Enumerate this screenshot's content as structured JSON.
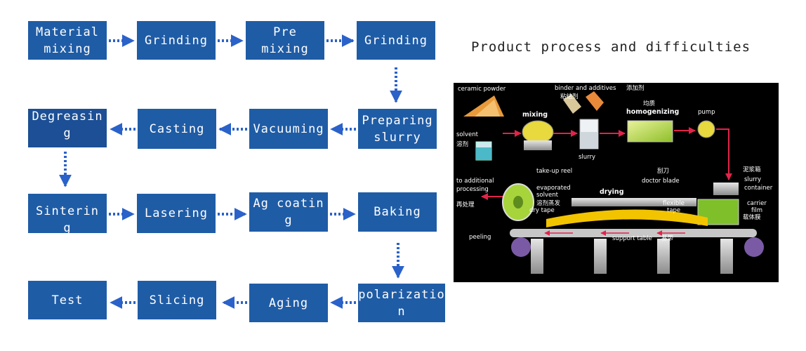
{
  "flow": {
    "nodes": [
      {
        "id": "material-mixing",
        "label": "Material\nmixing"
      },
      {
        "id": "grinding-1",
        "label": "Grinding"
      },
      {
        "id": "pre-mixing",
        "label": "Pre\nmixing"
      },
      {
        "id": "grinding-2",
        "label": "Grinding"
      },
      {
        "id": "preparing-slurry",
        "label": "Preparing\nslurry"
      },
      {
        "id": "vacuuming",
        "label": "Vacuuming"
      },
      {
        "id": "casting",
        "label": "Casting"
      },
      {
        "id": "degreasing",
        "label": "Degreasing"
      },
      {
        "id": "sintering",
        "label": "Sinterin\ng"
      },
      {
        "id": "lasering",
        "label": "Lasering"
      },
      {
        "id": "ag-coating",
        "label": "Ag coating"
      },
      {
        "id": "baking",
        "label": "Baking"
      },
      {
        "id": "polarization",
        "label": "polarization"
      },
      {
        "id": "aging",
        "label": "Aging"
      },
      {
        "id": "slicing",
        "label": "Slicing"
      },
      {
        "id": "test",
        "label": "Test"
      }
    ]
  },
  "heading": "Product process and difficulties",
  "diagram": {
    "labels": {
      "ceramic_powder": "ceramic powder",
      "binder": "binder and additives",
      "binder_cn": "添加剂",
      "binder2_cn": "粘结剂",
      "mixing": "mixing",
      "homogenizing_cn": "均质",
      "homogenizing": "homogenizing",
      "pump": "pump",
      "solvent": "solvent",
      "solvent_cn": "溶剂",
      "slurry": "slurry",
      "to_additional": "to additional",
      "processing": "processing",
      "processing_cn": "再处理",
      "take_up_reel": "take-up reel",
      "evaporated": "evaporated",
      "evaporated_solvent": "solvent",
      "evaporated_cn": "溶剂蒸发",
      "dry_tape": "dry tape",
      "drying": "drying",
      "doctor_blade_cn": "刮刀",
      "doctor_blade": "doctor blade",
      "slurry_container_cn": "泥浆箱",
      "slurry_container_1": "slurry",
      "slurry_container_2": "container",
      "carrier_film_1": "carrier",
      "carrier_film_2": "film",
      "carrier_film_cn": "载体膜",
      "flexible_tape_1": "flexible",
      "flexible_tape_2": "tape",
      "peeling": "peeling",
      "support_table": "support table",
      "support_table_cn": "基带"
    }
  }
}
